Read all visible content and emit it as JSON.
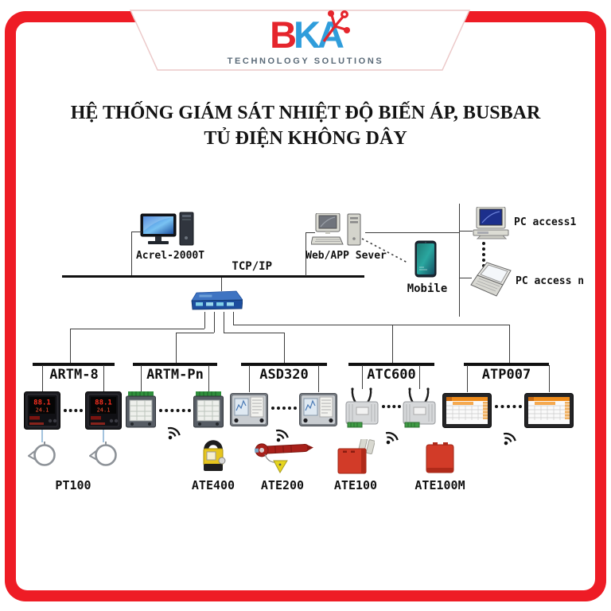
{
  "logo": {
    "b": "B",
    "k": "K",
    "a": "A",
    "subtitle": "TECHNOLOGY SOLUTIONS",
    "red": "#e5252c",
    "blue": "#2f9ddb"
  },
  "title": {
    "line1": "HỆ THỐNG GIÁM SÁT NHIỆT ĐỘ BIẾN ÁP, BUSBAR",
    "line2": "TỦ ĐIỆN KHÔNG DÂY"
  },
  "network": {
    "scada_label": "Acrel-2000T",
    "protocol_label": "TCP/IP",
    "web_server_label": "Web/APP Sever",
    "mobile_label": "Mobile",
    "pc_access1_label": "PC access1",
    "pc_access_n_label": "PC access n"
  },
  "branches": [
    {
      "label": "ARTM-8"
    },
    {
      "label": "ARTM-Pn"
    },
    {
      "label": "ASD320"
    },
    {
      "label": "ATC600"
    },
    {
      "label": "ATP007"
    }
  ],
  "sensors": [
    {
      "label": "PT100"
    },
    {
      "label": "ATE400"
    },
    {
      "label": "ATE200"
    },
    {
      "label": "ATE100"
    },
    {
      "label": "ATE100M"
    }
  ],
  "colors": {
    "frame_red": "#ee1c25",
    "switch_blue": "#1d4e9e",
    "device_red": "#d23b28",
    "hmi_orange": "#ef8b1a",
    "terminal_green": "#3f9c45"
  },
  "icons": {
    "wifi": "wireless-signal-arcs",
    "desktop": "desktop-computer-with-tower",
    "server": "retro-computer-with-keyboard",
    "mobile": "smartphone",
    "crt_pc": "crt-computer",
    "laptop": "laptop",
    "switch": "ethernet-switch",
    "probe": "pt100-loop-probe"
  }
}
